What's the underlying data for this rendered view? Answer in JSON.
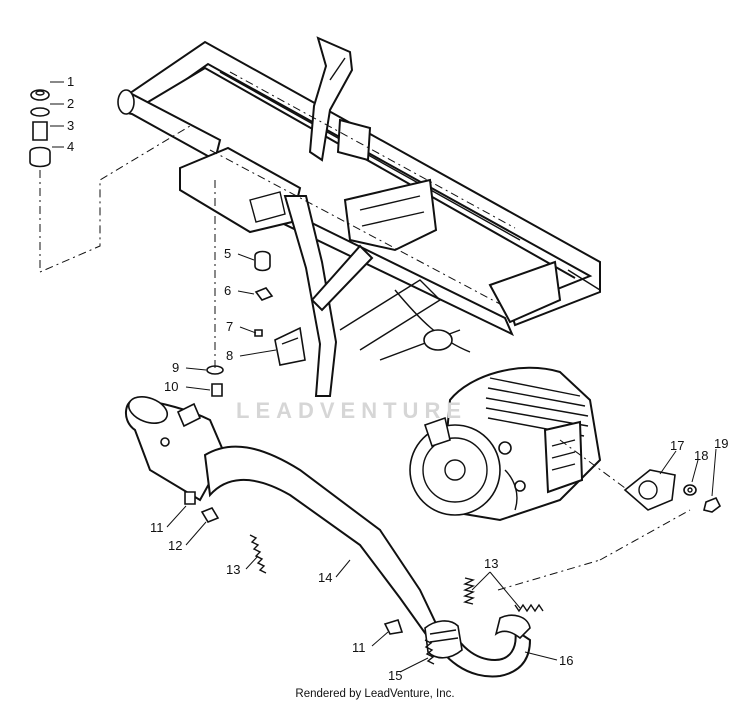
{
  "diagram": {
    "callouts": [
      {
        "id": "c1",
        "text": "1"
      },
      {
        "id": "c2",
        "text": "2"
      },
      {
        "id": "c3",
        "text": "3"
      },
      {
        "id": "c4",
        "text": "4"
      },
      {
        "id": "c5",
        "text": "5"
      },
      {
        "id": "c6",
        "text": "6"
      },
      {
        "id": "c7",
        "text": "7"
      },
      {
        "id": "c8",
        "text": "8"
      },
      {
        "id": "c9",
        "text": "9"
      },
      {
        "id": "c10",
        "text": "10"
      },
      {
        "id": "c11a",
        "text": "11"
      },
      {
        "id": "c12",
        "text": "12"
      },
      {
        "id": "c13a",
        "text": "13"
      },
      {
        "id": "c14",
        "text": "14"
      },
      {
        "id": "c13b",
        "text": "13"
      },
      {
        "id": "c11b",
        "text": "11"
      },
      {
        "id": "c15",
        "text": "15"
      },
      {
        "id": "c16",
        "text": "16"
      },
      {
        "id": "c17",
        "text": "17"
      },
      {
        "id": "c18",
        "text": "18"
      },
      {
        "id": "c19",
        "text": "19"
      }
    ]
  },
  "watermark": "LEADVENTURE",
  "footer": "Rendered by LeadVenture, Inc."
}
